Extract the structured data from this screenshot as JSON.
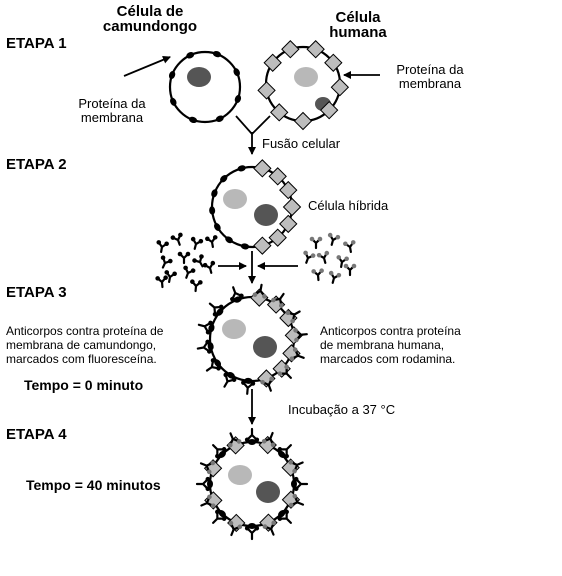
{
  "title": {
    "mouse_cell": [
      "Célula de",
      "camundongo"
    ],
    "human_cell": [
      "Célula",
      "humana"
    ]
  },
  "steps": [
    "ETAPA 1",
    "ETAPA 2",
    "ETAPA 3",
    "ETAPA 4"
  ],
  "labels": {
    "mouse_membrane_protein": [
      "Proteína da",
      "membrana"
    ],
    "human_membrane_protein": [
      "Proteína da",
      "membrana"
    ],
    "fusion": "Fusão celular",
    "hybrid_cell": "Célula híbrida",
    "mouse_antibodies": [
      "Anticorpos contra proteína de",
      "membrana de camundongo,",
      "marcados com fluoresceína."
    ],
    "human_antibodies": [
      "Anticorpos contra proteína",
      "de membrana humana,",
      "marcados com rodamina."
    ],
    "time_0": "Tempo = 0 minuto",
    "incubation": "Incubação a 37 °C",
    "time_40": "Tempo = 40 minutos"
  },
  "colors": {
    "human_protein_fill": "#bdbdbd",
    "mouse_nucleus": "#555555",
    "human_nucleus": "#b8b8b8",
    "ink": "#000000"
  }
}
